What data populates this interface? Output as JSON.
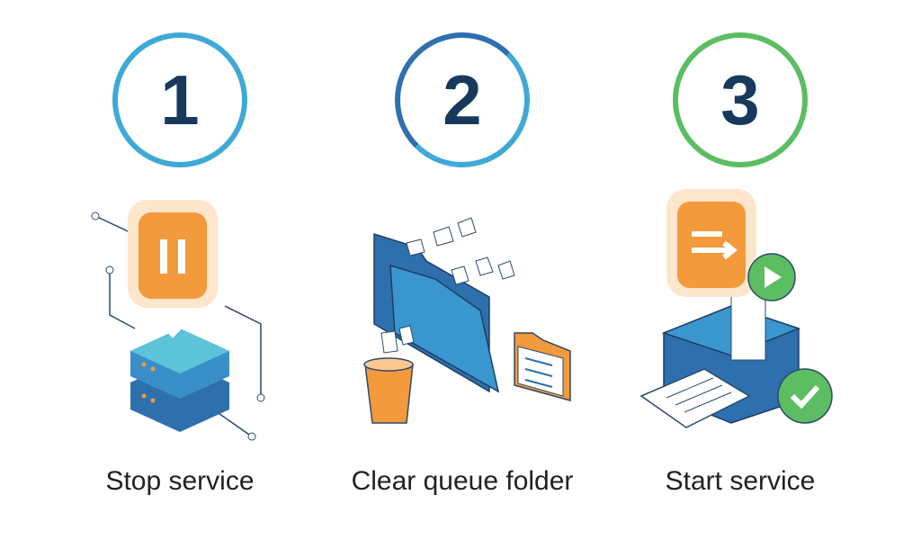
{
  "steps": [
    {
      "number": "1",
      "label": "Stop service",
      "ring_color": "#3fa9d6",
      "icon": "server-pause-icon"
    },
    {
      "number": "2",
      "label": "Clear queue folder",
      "ring_color": "#2f6fae",
      "icon": "folder-trash-icon"
    },
    {
      "number": "3",
      "label": "Start service",
      "ring_color": "#5cbd62",
      "icon": "printer-start-icon"
    }
  ]
}
